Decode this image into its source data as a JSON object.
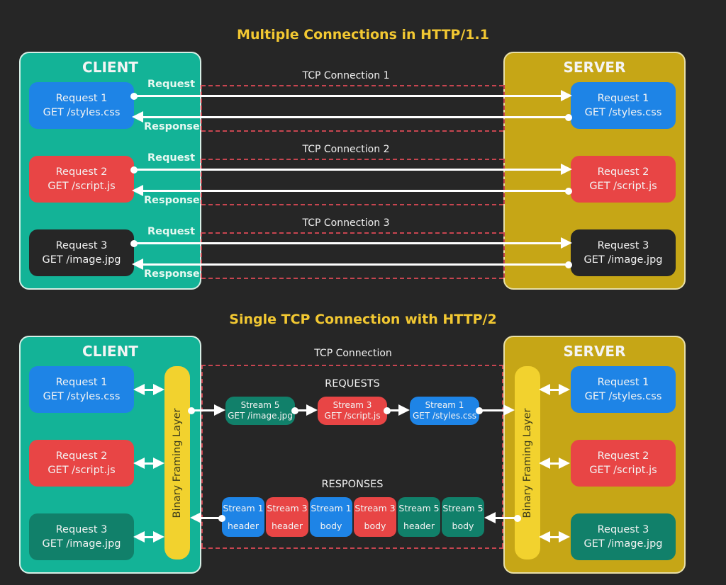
{
  "http1": {
    "title": "Multiple Connections in HTTP/1.1",
    "client_label": "CLIENT",
    "server_label": "SERVER",
    "request_label": "Request",
    "response_label": "Response",
    "connections": [
      {
        "tcp_label": "TCP Connection 1",
        "request_name": "Request 1",
        "request_path": "GET /styles.css",
        "color": "#1e84e6"
      },
      {
        "tcp_label": "TCP Connection 2",
        "request_name": "Request 2",
        "request_path": "GET /script.js",
        "color": "#e84545"
      },
      {
        "tcp_label": "TCP Connection 3",
        "request_name": "Request 3",
        "request_path": "GET /image.jpg",
        "color": "#262626"
      }
    ]
  },
  "http2": {
    "title": "Single TCP Connection with HTTP/2",
    "client_label": "CLIENT",
    "server_label": "SERVER",
    "tcp_label": "TCP Connection",
    "framing_layer_label": "Binary Framing Layer",
    "requests_label": "REQUESTS",
    "responses_label": "RESPONSES",
    "client_requests": [
      {
        "name": "Request 1",
        "path": "GET /styles.css",
        "color": "#1e84e6"
      },
      {
        "name": "Request 2",
        "path": "GET /script.js",
        "color": "#e84545"
      },
      {
        "name": "Request 3",
        "path": "GET /image.jpg",
        "color": "#11806a"
      }
    ],
    "server_requests": [
      {
        "name": "Request 1",
        "path": "GET /styles.css",
        "color": "#1e84e6"
      },
      {
        "name": "Request 2",
        "path": "GET /script.js",
        "color": "#e84545"
      },
      {
        "name": "Request 3",
        "path": "GET /image.jpg",
        "color": "#11806a"
      }
    ],
    "request_streams": [
      {
        "stream": "Stream 5",
        "path": "GET /image.jpg",
        "color": "#11806a"
      },
      {
        "stream": "Stream 3",
        "path": "GET /script.js",
        "color": "#e84545"
      },
      {
        "stream": "Stream 1",
        "path": "GET /styles.css",
        "color": "#1e84e6"
      }
    ],
    "response_frames": [
      {
        "stream": "Stream 1",
        "part": "header",
        "color": "#1e84e6"
      },
      {
        "stream": "Stream 3",
        "part": "header",
        "color": "#e84545"
      },
      {
        "stream": "Stream 1",
        "part": "body",
        "color": "#1e84e6"
      },
      {
        "stream": "Stream 3",
        "part": "body",
        "color": "#e84545"
      },
      {
        "stream": "Stream 5",
        "part": "header",
        "color": "#11806a"
      },
      {
        "stream": "Stream 5",
        "part": "body",
        "color": "#11806a"
      }
    ]
  }
}
